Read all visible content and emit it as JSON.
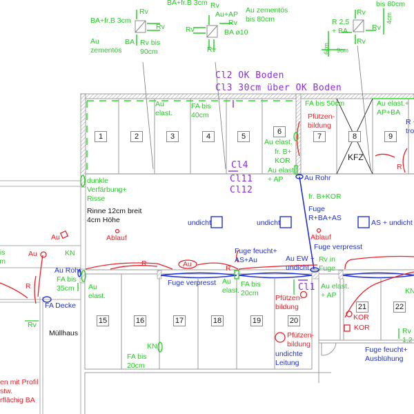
{
  "drawing": {
    "colors": {
      "note_green": "#22cc22",
      "damage_red": "#ee1c24",
      "joint_blue": "#1f2fd6",
      "marker_purple": "#8a2be2",
      "wall": "#888888"
    },
    "details_top": [
      {
        "labels": [
          "BA+fr.B 3cm",
          "Rv",
          "Rv",
          "Au\nzementös",
          "BA",
          "Rv bis\n90cm"
        ]
      },
      {
        "labels": [
          "BA+fr.B 3cm",
          "Rv",
          "Au+AP",
          "Rv",
          "Rv",
          "BA ø10",
          "Rv"
        ]
      },
      {
        "labels": [
          "Au zementös\nbis 80cm"
        ]
      },
      {
        "labels": [
          "R 2,5\n+ BA",
          "Rv",
          "Rv",
          "Rv",
          "6cm",
          "9cm",
          "4cm",
          "bis 80cm"
        ]
      }
    ],
    "markers_header": [
      "Cl2 OK Boden",
      "Cl3 30cm über OK Boden"
    ],
    "markers_mid": [
      "Cl4",
      "Cl11",
      "Cl12"
    ],
    "marker_lower": "Cl1",
    "bays_top": [
      "1",
      "2",
      "3",
      "4",
      "5",
      "6",
      "7",
      "8",
      "9"
    ],
    "bays_bottom": [
      "15",
      "16",
      "17",
      "18",
      "19",
      "20",
      "21",
      "22"
    ],
    "bay8_label": "KFZ",
    "notes_green": {
      "au_elast_top": "Au\nelast.",
      "fa_40": "FA bis\n40cm",
      "fa_50": "FA bis 50cm",
      "au_elast_ap_ba": "Au elast.+\nAP+BA",
      "au_elast_6": "Au elast.",
      "fr_b_kor": "fr. B+\nKOR",
      "au_elast_ap": "Au elast.\n+ AP",
      "dunkle": "dunkle\nVerfärbung+\nRisse",
      "fr_b_kor2": "fr. B+KOR",
      "kn_left": "KN",
      "fa_35": "FA bis\n35cm",
      "au_elast_left": "Au\nelast.",
      "au_elast_mid": "Au\nelast.",
      "fa_20_mid": "FA bis\n20cm",
      "rv_in_fuge": "Rv in\nFuge",
      "au_elast_ap2": "Au elast.\n+ AP",
      "kn_bottom": "KN",
      "fa_20_bottom": "FA bis\n20cm",
      "rv_left": "Rv",
      "rv_12": "Rv\n1,2",
      "kn_right": "KN",
      "left_bis": "bis\ncm"
    },
    "notes_red": {
      "pfuetzen_7": "Pfützen-\nbildung",
      "r_9": "R",
      "ablauf_left": "Ablauf",
      "ablauf_right": "Ablauf",
      "au_box": "Au",
      "au_circle": "Au",
      "r_left": "R",
      "r_band1": "R",
      "au_band": "Au",
      "r_band2": "R",
      "pfuetzen_20a": "Pfützen-\nbildung",
      "pfuetzen_20b": "Pfützen-\nbildung",
      "kor1": "KOR",
      "kor2": "KOR",
      "profil": "en mit Profil\nstw.\nrflächig BA"
    },
    "notes_blue": {
      "au_rohr": "Au Rohr",
      "fuge_r": "Fuge\nR+BA+AS",
      "undicht1": "undicht",
      "undicht2": "undicht",
      "as_undicht": "AS + undicht",
      "fuge_verpresst": "Fuge verpresst",
      "fuge_feucht_as": "Fuge feucht+\nAS+Au",
      "au_ew": "Au EW +\nundicht",
      "au_rohr_left": "Au Rohr",
      "fa_decke": "FA Decke",
      "fuge_verpresst2": "Fuge verpresst",
      "undichte_leitung": "undichte\nLeitung",
      "fuge_feucht_ausbl": "Fuge feucht+\nAusblühung",
      "r_tro": "R +\ntro"
    },
    "notes_black": {
      "rinne": "Rinne 12cm breit\n4cm Höhe",
      "muellhaus": "Müllhaus"
    }
  }
}
